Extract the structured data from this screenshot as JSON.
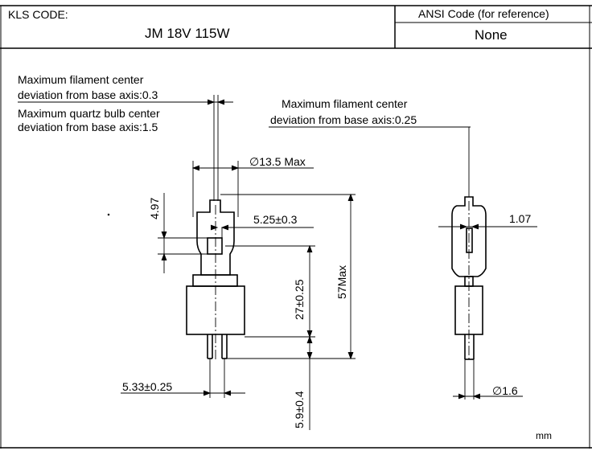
{
  "header": {
    "kls_label": "KLS CODE:",
    "kls_value": "JM 18V 115W",
    "ansi_label": "ANSI Code (for reference)",
    "ansi_value": "None"
  },
  "front_view": {
    "note1_line1": "Maximum filament center",
    "note1_line2": "deviation from base axis:0.3",
    "note2_line1": "Maximum quartz bulb center",
    "note2_line2": "deviation from base axis:1.5",
    "dim_bulb_diameter": "∅13.5 Max",
    "dim_filament_offset": "4.97",
    "dim_filament_width": "5.25±0.3",
    "dim_light_center": "27±0.25",
    "dim_overall_length": "57Max",
    "dim_pin_spacing": "5.33±0.25",
    "dim_pin_length": "5.9±0.4"
  },
  "side_view": {
    "note_line1": "Maximum filament center",
    "note_line2": "deviation from base axis:0.25",
    "dim_filament": "1.07",
    "dim_pin_diameter": "∅1.6"
  },
  "units": "mm"
}
